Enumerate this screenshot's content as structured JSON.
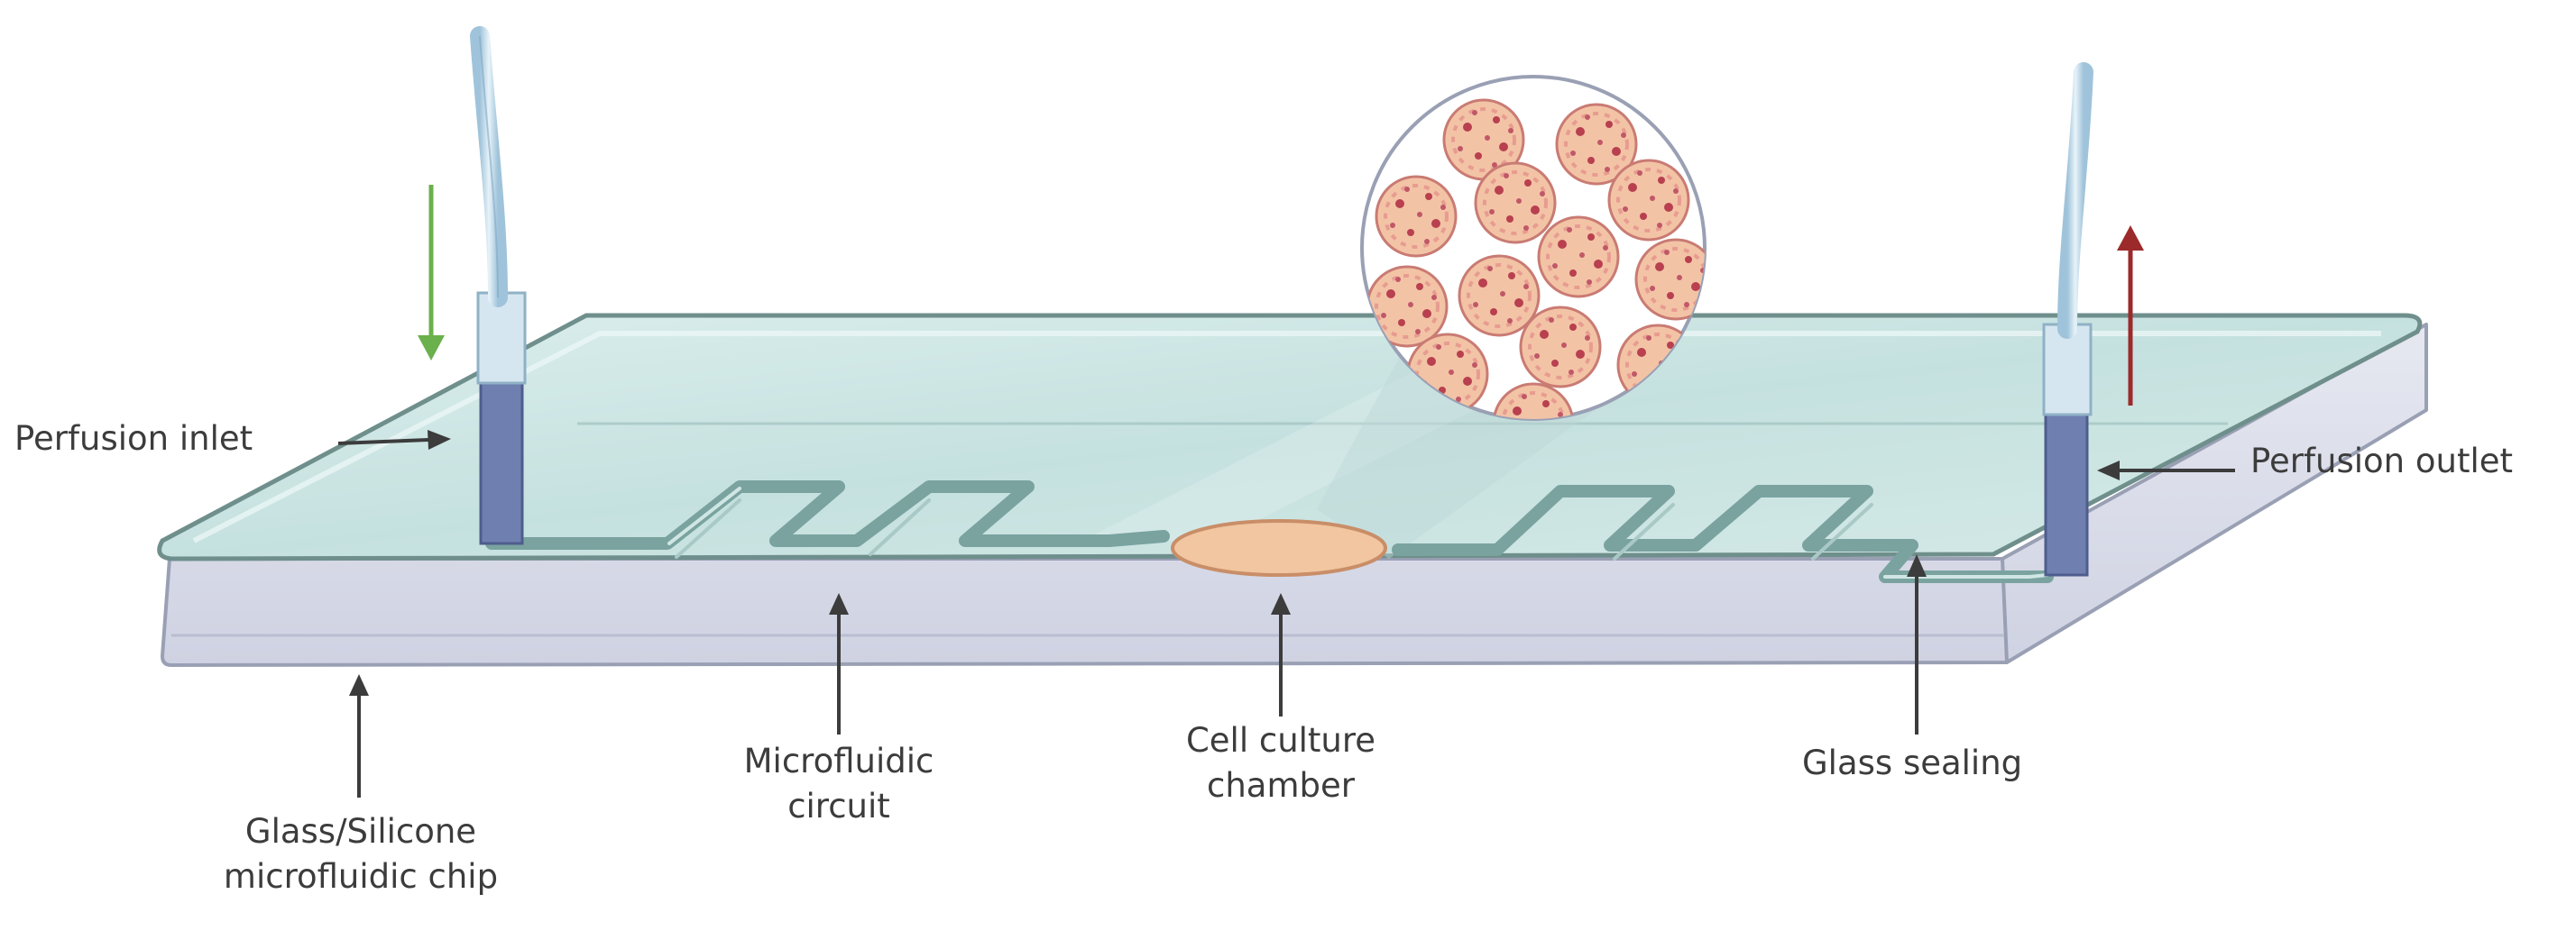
{
  "labels": {
    "perfusion_inlet": "Perfusion inlet",
    "perfusion_outlet": "Perfusion outlet",
    "microfluidic_circuit": [
      "Microfluidic",
      "circuit"
    ],
    "cell_culture_chamber": [
      "Cell culture",
      "chamber"
    ],
    "glass_sealing": "Glass sealing",
    "chip": [
      "Glass/Silicone",
      "microfluidic chip"
    ]
  },
  "colors": {
    "glass_top": "#cfe6e4",
    "glass_edge": "#6f8f8c",
    "chip_body": "#d9dbe8",
    "chip_edge": "#9aa0b4",
    "channel": "#7aa3a0",
    "chamber": "#f1c6a0",
    "tube": "#bcd6e6",
    "port": "#6f7fb0",
    "inflow_arrow": "#6ab04c",
    "outflow_arrow": "#9c2a2a",
    "cell_fill": "#f3c3a6",
    "cell_dots": "#b8404f",
    "label_text": "#3c3c3c"
  },
  "icons": {
    "inflow": "down-arrow-icon",
    "outflow": "up-arrow-icon",
    "cells": "cell-cluster-icon"
  }
}
